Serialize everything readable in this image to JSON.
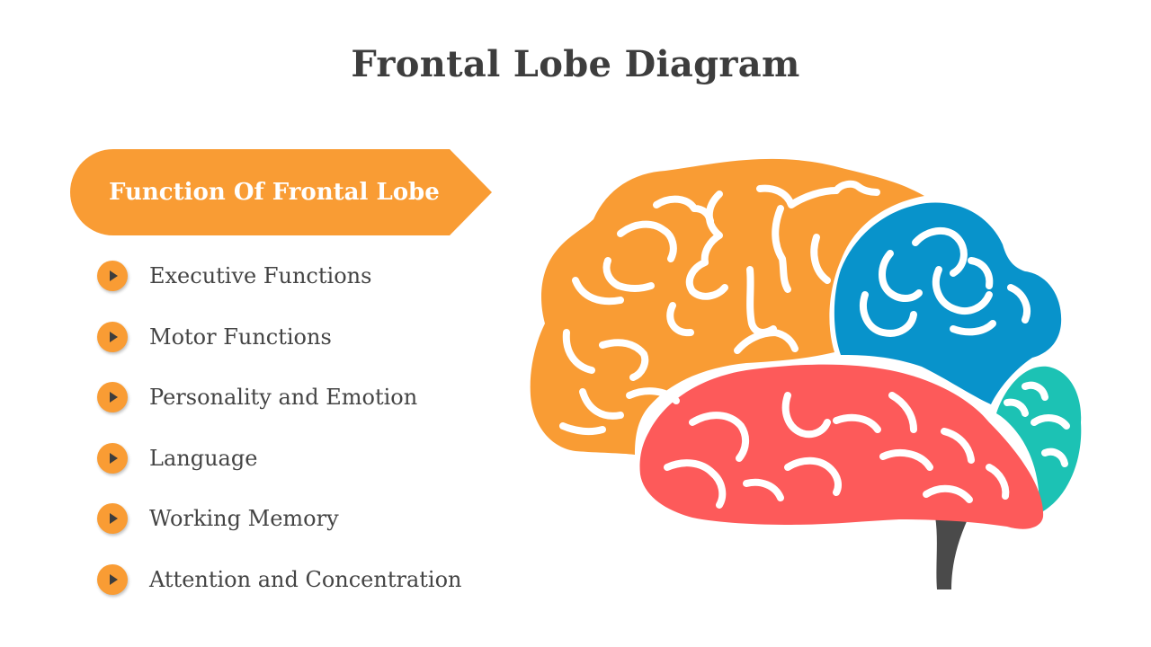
{
  "title": "Frontal Lobe Diagram",
  "banner": {
    "label": "Function Of Frontal Lobe",
    "color": "#f99c34"
  },
  "functions": [
    "Executive Functions",
    "Motor Functions",
    "Personality and Emotion",
    "Language",
    "Working Memory",
    "Attention and Concentration"
  ],
  "colors": {
    "frontal_lobe": "#f99c34",
    "parietal_lobe": "#0893cb",
    "occipital_lobe": "#1cc2b4",
    "temporal_lobe": "#fd5a5a",
    "brain_stem": "#4a4a4a",
    "text": "#444444"
  },
  "icons": {
    "bullet": "play-arrow-icon"
  }
}
